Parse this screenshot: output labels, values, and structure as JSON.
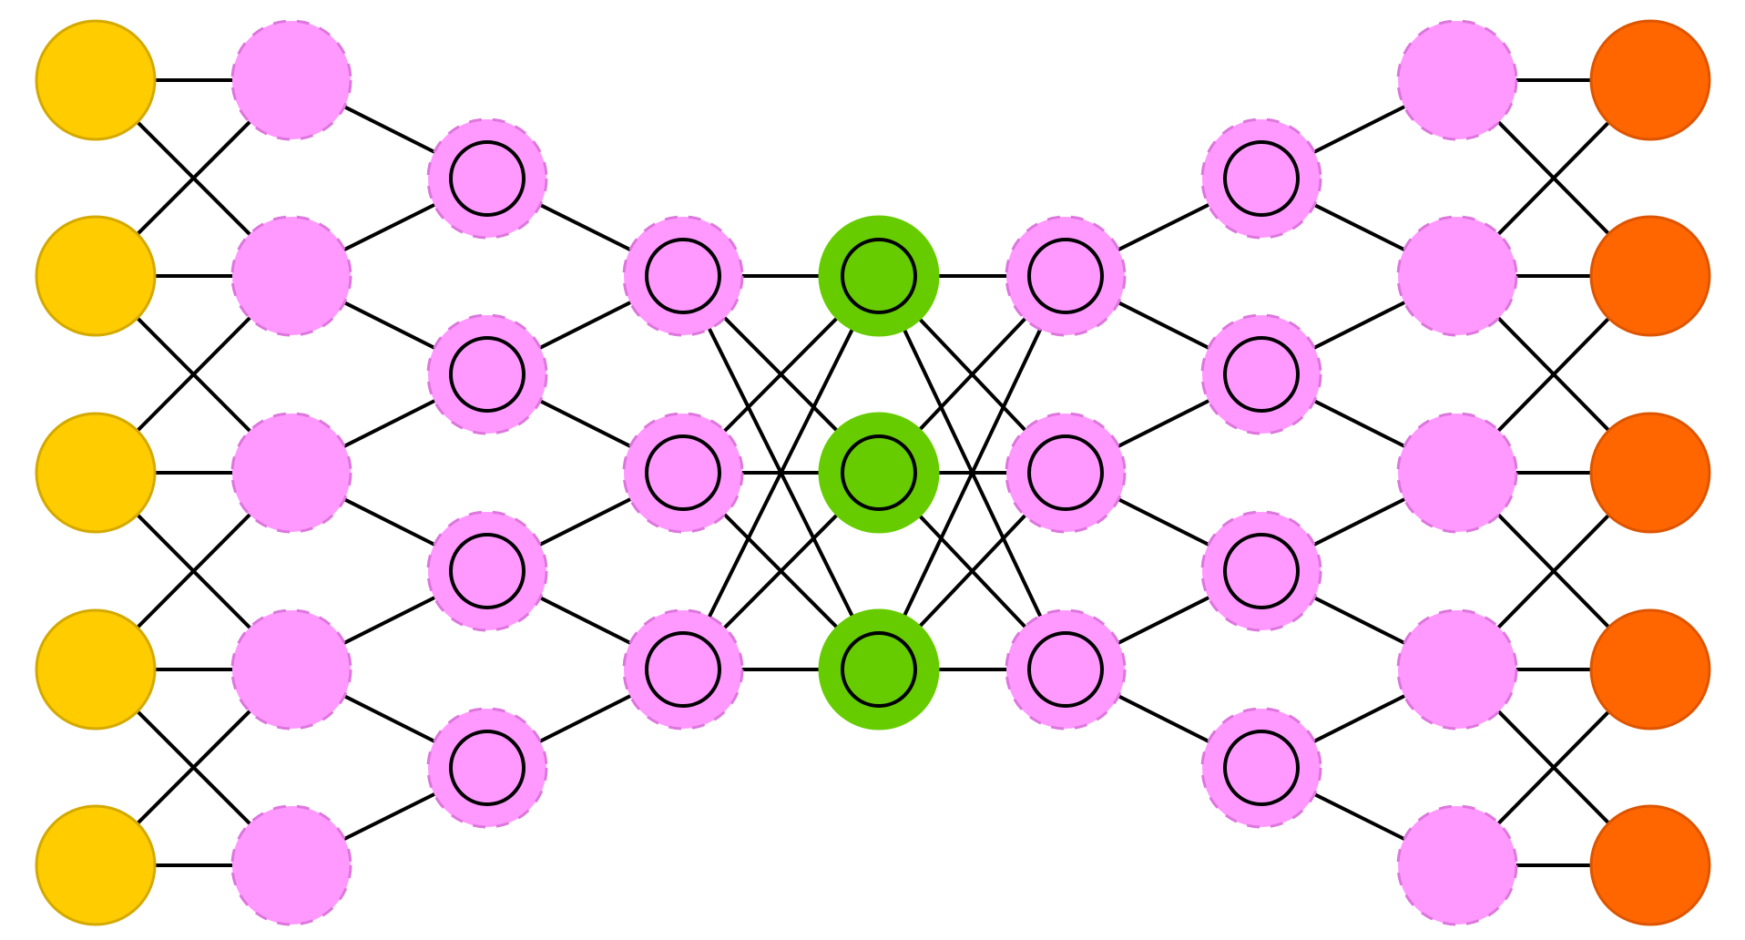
{
  "diagram": {
    "type": "neural-network",
    "layers": [
      {
        "name": "input",
        "nodes": 5,
        "style": "solid",
        "fill": "#FFCC00",
        "stroke": "#D4A900",
        "inner_ring": false
      },
      {
        "name": "hidden-1",
        "nodes": 5,
        "style": "dashed",
        "fill": "#FF99FF",
        "stroke": "#DD77DD",
        "inner_ring": false
      },
      {
        "name": "hidden-2",
        "nodes": 4,
        "style": "dashed",
        "fill": "#FF99FF",
        "stroke": "#DD77DD",
        "inner_ring": true
      },
      {
        "name": "hidden-3",
        "nodes": 3,
        "style": "dashed",
        "fill": "#FF99FF",
        "stroke": "#DD77DD",
        "inner_ring": true
      },
      {
        "name": "bottleneck",
        "nodes": 3,
        "style": "solid",
        "fill": "#66CC00",
        "stroke": "#66CC00",
        "inner_ring": true
      },
      {
        "name": "hidden-4",
        "nodes": 3,
        "style": "dashed",
        "fill": "#FF99FF",
        "stroke": "#DD77DD",
        "inner_ring": true
      },
      {
        "name": "hidden-5",
        "nodes": 4,
        "style": "dashed",
        "fill": "#FF99FF",
        "stroke": "#DD77DD",
        "inner_ring": true
      },
      {
        "name": "hidden-6",
        "nodes": 5,
        "style": "dashed",
        "fill": "#FF99FF",
        "stroke": "#DD77DD",
        "inner_ring": false
      },
      {
        "name": "output",
        "nodes": 5,
        "style": "solid",
        "fill": "#FF6600",
        "stroke": "#DD5500",
        "inner_ring": false
      }
    ],
    "connections": [
      {
        "from_layer": 0,
        "to_layer": 1,
        "pattern": "neighbors"
      },
      {
        "from_layer": 1,
        "to_layer": 2,
        "pattern": "adjacent"
      },
      {
        "from_layer": 2,
        "to_layer": 3,
        "pattern": "adjacent"
      },
      {
        "from_layer": 3,
        "to_layer": 4,
        "pattern": "full"
      },
      {
        "from_layer": 4,
        "to_layer": 5,
        "pattern": "full"
      },
      {
        "from_layer": 5,
        "to_layer": 6,
        "pattern": "adjacent"
      },
      {
        "from_layer": 6,
        "to_layer": 7,
        "pattern": "adjacent"
      },
      {
        "from_layer": 7,
        "to_layer": 8,
        "pattern": "neighbors"
      }
    ],
    "colors": {
      "edge": "#000000",
      "inner_ring": "#000000",
      "background": "#FFFFFF"
    }
  }
}
